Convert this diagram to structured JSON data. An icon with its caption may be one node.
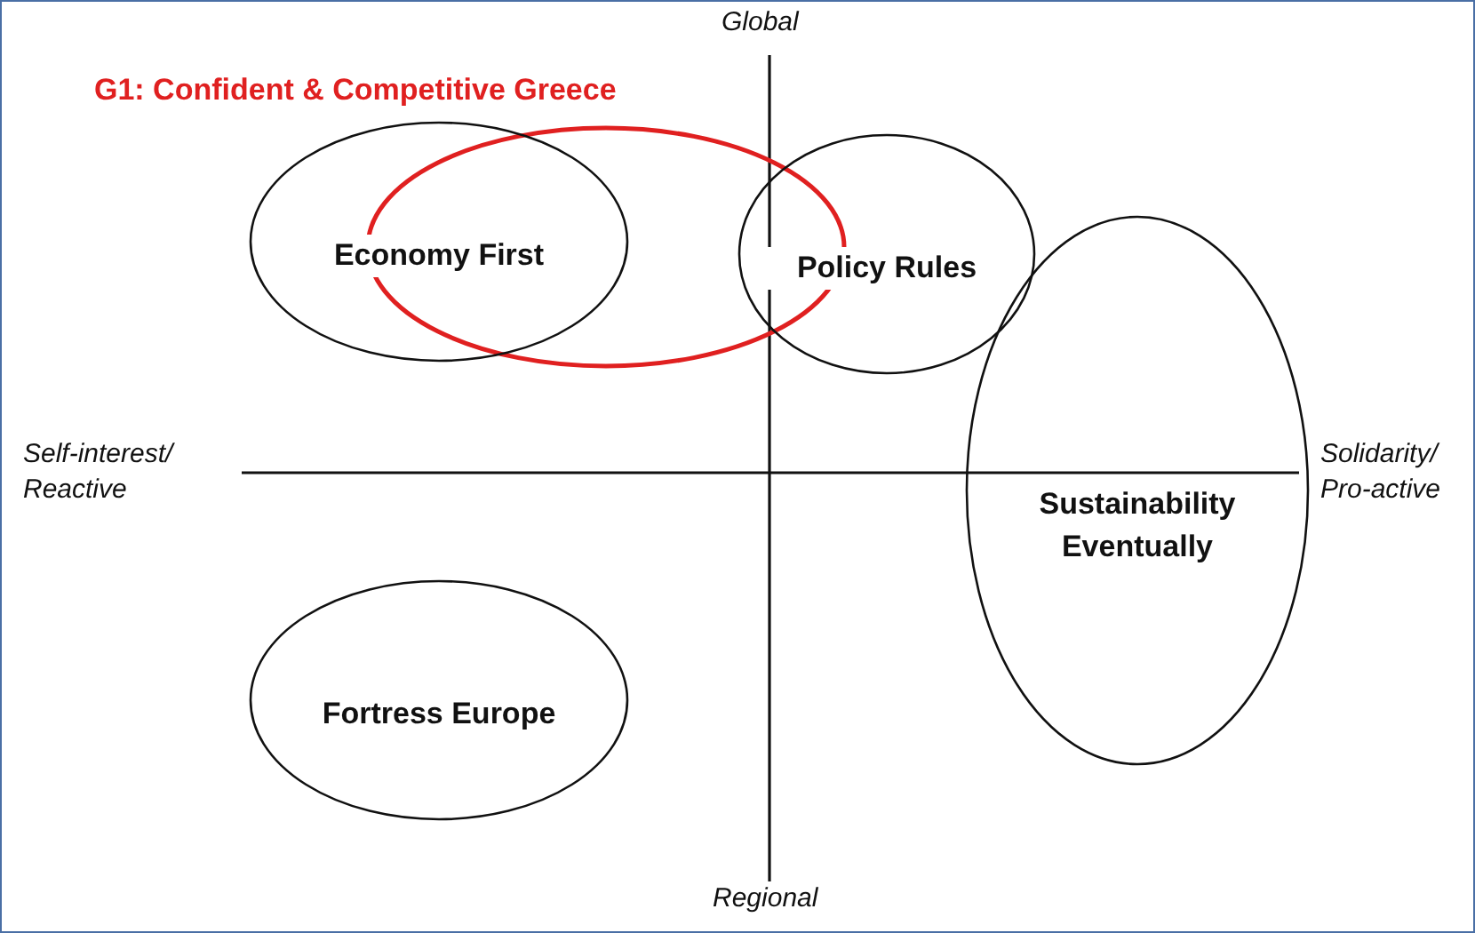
{
  "diagram": {
    "nodes": [
      {
        "text": [
          "G1: Confident & Competitive Greece"
        ]
      },
      {
        "text": [
          "Economy First"
        ]
      },
      {
        "text": [
          "Policy Rules"
        ]
      },
      {
        "text": [
          "Sustainability Eventually"
        ]
      },
      {
        "text": [
          "Fortress Europe"
        ]
      }
    ],
    "edges": [],
    "labels": [
      "Global",
      "Self-interest/ Reactive",
      "Solidarity/ Pro-active",
      "Regional"
    ]
  }
}
